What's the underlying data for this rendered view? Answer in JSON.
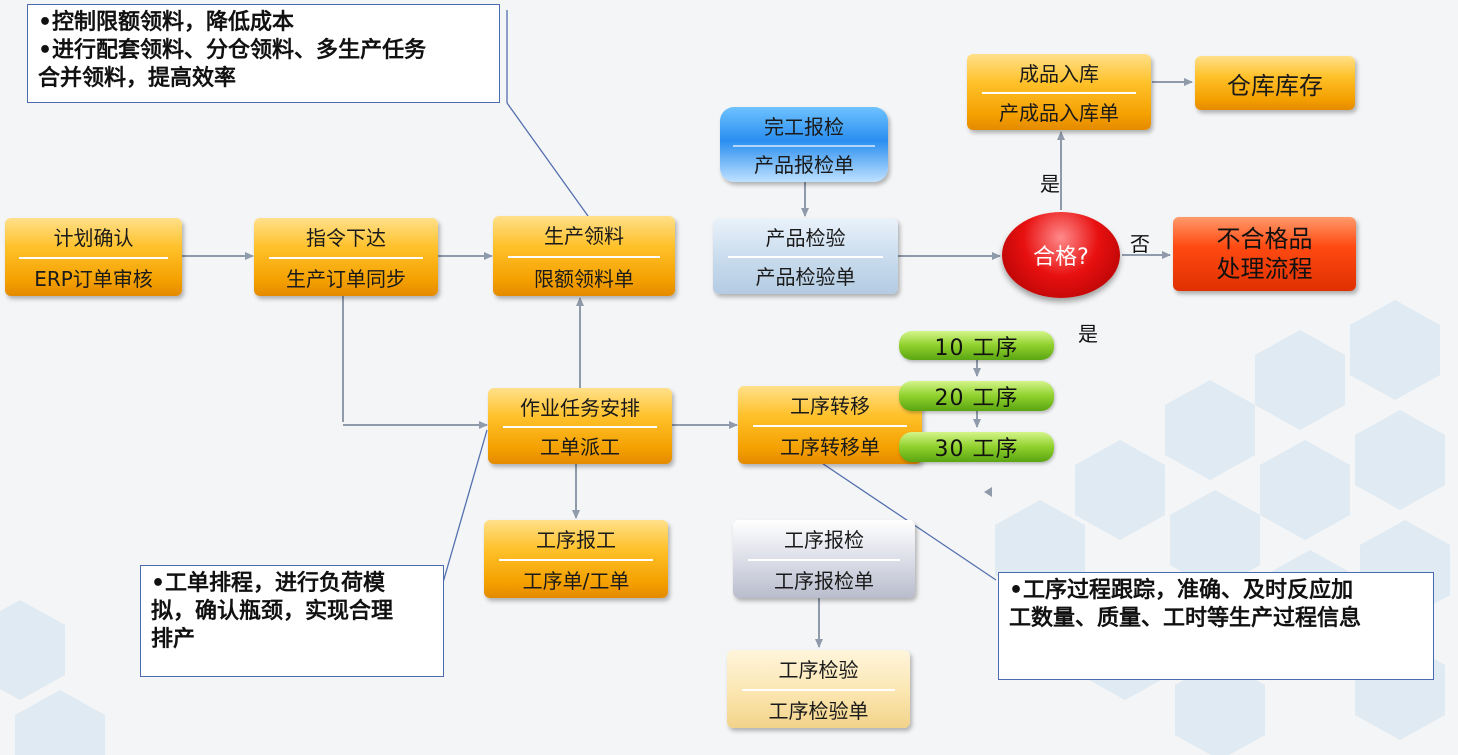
{
  "nodes": {
    "plan_confirm": {
      "title": "计划确认",
      "doc": "ERP订单审核"
    },
    "order_issue": {
      "title": "指令下达",
      "doc": "生产订单同步"
    },
    "material_pick": {
      "title": "生产领料",
      "doc": "限额领料单"
    },
    "task_schedule": {
      "title": "作业任务安排",
      "doc": "工单派工"
    },
    "process_report": {
      "title": "工序报工",
      "doc": "工序单/工单"
    },
    "process_transfer": {
      "title": "工序转移",
      "doc": "工序转移单"
    },
    "completion_report": {
      "title": "完工报检",
      "doc": "产品报检单"
    },
    "product_inspect": {
      "title": "产品检验",
      "doc": "产品检验单"
    },
    "process_report_inspect": {
      "title": "工序报检",
      "doc": "工序报检单"
    },
    "process_inspect": {
      "title": "工序检验",
      "doc": "工序检验单"
    },
    "finished_stock_in": {
      "title": "成品入库",
      "doc": "产成品入库单"
    },
    "warehouse_stock": {
      "label": "仓库库存"
    },
    "unqualified": {
      "line1": "不合格品",
      "line2": "处理流程"
    },
    "qualified_decision": {
      "label": "合格?"
    }
  },
  "steps": [
    "10 工序",
    "20 工序",
    "30 工序"
  ],
  "labels": {
    "yes_top": "是",
    "no": "否",
    "yes_bottom": "是"
  },
  "notes": {
    "top_left": [
      "•控制限额领料，降低成本",
      "•进行配套领料、分仓领料、多生产任务",
      "合并领料，提高效率"
    ],
    "bottom_left": [
      "•工单排程，进行负荷模",
      "拟，确认瓶颈，实现合理",
      "排产"
    ],
    "bottom_right": [
      "•工序过程跟踪，准确、及时反应加",
      "工数量、质量、工时等生产过程信息"
    ]
  },
  "colors": {
    "connector": "#8f9aaa",
    "callout_line": "#5470b0",
    "node": "#ffb400"
  }
}
